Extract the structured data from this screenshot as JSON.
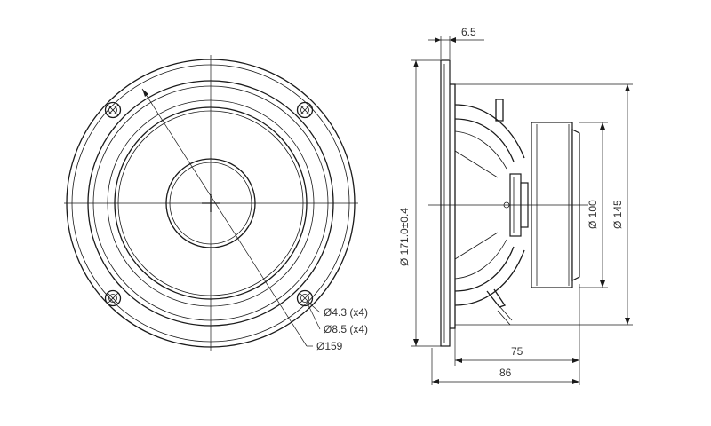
{
  "front_view": {
    "mount_hole_diameter": "Ø4.3 (x4)",
    "counterbore_diameter": "Ø8.5 (x4)",
    "bolt_circle_diameter": "Ø159"
  },
  "side_view": {
    "flange_thickness": "6.5",
    "outer_diameter": "Ø 171.0±0.4",
    "magnet_diameter": "Ø 100",
    "frame_diameter": "Ø 145",
    "depth_to_flange": "75",
    "overall_depth": "86"
  }
}
